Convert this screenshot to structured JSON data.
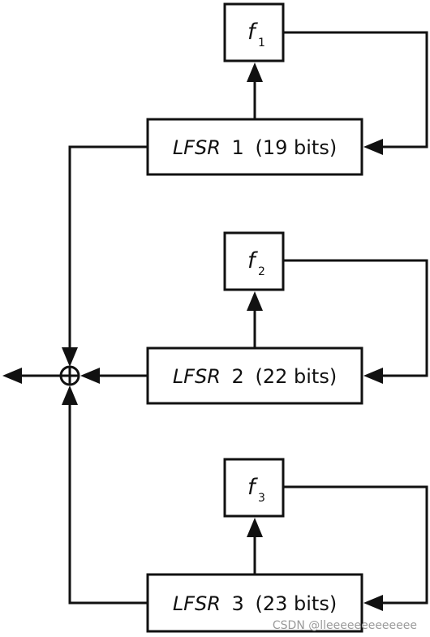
{
  "registers": [
    {
      "name": "LFSR",
      "number": "1",
      "size": "(19 bits)"
    },
    {
      "name": "LFSR",
      "number": "2",
      "size": "(22 bits)"
    },
    {
      "name": "LFSR",
      "number": "3",
      "size": "(23 bits)"
    }
  ],
  "functions": [
    {
      "symbol": "f",
      "subscript": "1"
    },
    {
      "symbol": "f",
      "subscript": "2"
    },
    {
      "symbol": "f",
      "subscript": "3"
    }
  ],
  "combiner": {
    "symbol": "⊕"
  },
  "watermark": "CSDN @lleeeeeeeeeeeee",
  "colors": {
    "stroke": "#111111",
    "background": "#ffffff",
    "watermark": "#9a9a9a"
  }
}
